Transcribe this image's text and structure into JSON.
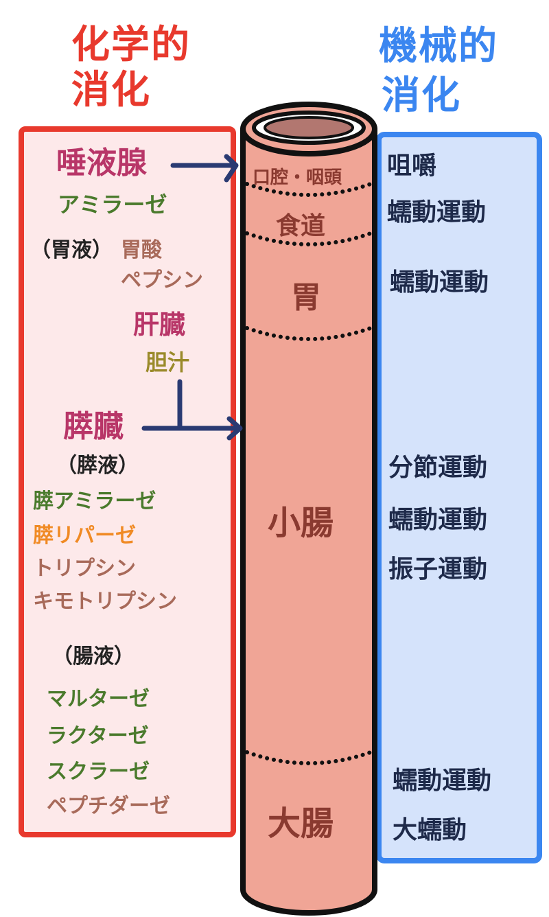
{
  "colors": {
    "chemical_red": "#e8392d",
    "mechanical_blue": "#3b86f0",
    "gland_magenta": "#b83668",
    "enzyme_green": "#4a7a2c",
    "enzyme_brown": "#a86a5a",
    "lipase_orange": "#f08a24",
    "bile_olive": "#9a8a2a",
    "navy": "#1e2a4a",
    "tube_fill": "#f0a596",
    "organ_text": "#8a3a30"
  },
  "headings": {
    "chemical": [
      "化学的",
      "消化"
    ],
    "mechanical": [
      "機械的",
      "消化"
    ]
  },
  "chemical": {
    "saliva_gland": "唾液腺",
    "saliva_enzyme": "アミラーゼ",
    "gastric_label": "（胃液）",
    "gastric_acid": "胃酸",
    "pepsin": "ペプシン",
    "liver": "肝臓",
    "bile": "胆汁",
    "pancreas": "膵臓",
    "pancreatic_label": "（膵液）",
    "pancreatic_enzymes": [
      "膵アミラーゼ",
      "膵リパーゼ",
      "トリプシン",
      "キモトリプシン"
    ],
    "intestinal_label": "（腸液）",
    "intestinal_enzymes": [
      "マルターゼ",
      "ラクターゼ",
      "スクラーゼ",
      "ペプチダーゼ"
    ]
  },
  "organs": {
    "mouth": "口腔・咽頭",
    "esophagus": "食道",
    "stomach": "胃",
    "small_intestine": "小腸",
    "large_intestine": "大腸"
  },
  "mechanical": {
    "mouth": [
      "咀嚼",
      "蠕動運動"
    ],
    "stomach": [
      "蠕動運動"
    ],
    "small_intestine": [
      "分節運動",
      "蠕動運動",
      "振子運動"
    ],
    "large_intestine": [
      "蠕動運動",
      "大蠕動"
    ]
  }
}
